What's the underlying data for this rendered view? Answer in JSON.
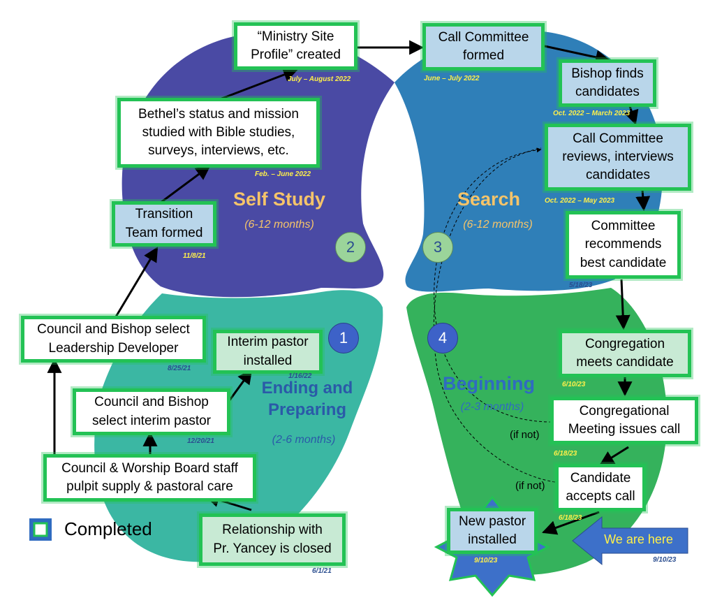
{
  "phases": {
    "self_study": {
      "title": "Self Study",
      "duration": "(6-12 months)",
      "number": "2"
    },
    "search": {
      "title": "Search",
      "duration": "(6-12 months)",
      "number": "3"
    },
    "ending": {
      "title": "Ending and\nPreparing",
      "duration": "(2-6 months)",
      "number": "1"
    },
    "beginning": {
      "title": "Beginning",
      "duration": "(2-3 months)",
      "number": "4"
    }
  },
  "steps": {
    "relationship_closed": {
      "label": "Relationship with\nPr. Yancey is closed",
      "date": "6/1/21"
    },
    "pulpit_supply": {
      "label": "Council & Worship Board staff\npulpit supply & pastoral care"
    },
    "select_interim": {
      "label": "Council and Bishop\nselect interim pastor",
      "date": "12/20/21"
    },
    "interim_installed": {
      "label": "Interim pastor\ninstalled",
      "date": "1/16/22"
    },
    "leadership_developer": {
      "label": "Council and Bishop select\nLeadership Developer",
      "date": "8/25/21"
    },
    "transition_team": {
      "label": "Transition\nTeam formed",
      "date": "11/8/21"
    },
    "status_studied": {
      "label": "Bethel’s status and mission\nstudied with Bible studies,\nsurveys, interviews, etc.",
      "date": "Feb. – June 2022"
    },
    "profile_created": {
      "label": "“Ministry Site\nProfile” created",
      "date": "July – August 2022"
    },
    "call_committee": {
      "label": "Call Committee\nformed",
      "date": "June – July 2022"
    },
    "bishop_finds": {
      "label": "Bishop finds\ncandidates",
      "date": "Oct. 2022 – March 2023"
    },
    "reviews": {
      "label": "Call Committee\nreviews, interviews\ncandidates",
      "date": "Oct. 2022 – May 2023"
    },
    "recommends": {
      "label": "Committee\nrecommends\nbest candidate",
      "date": "5/18/23"
    },
    "meets_candidate": {
      "label": "Congregation\nmeets candidate",
      "date": "6/10/23"
    },
    "issues_call": {
      "label": "Congregational\nMeeting issues call",
      "date": "6/18/23"
    },
    "accepts_call": {
      "label": "Candidate\naccepts call",
      "date": "6/18/23"
    },
    "installed": {
      "label": "New pastor\ninstalled",
      "date": "9/10/23"
    }
  },
  "if_not_1": "(if not)",
  "if_not_2": "(if not)",
  "we_are_here": {
    "label": "We are here",
    "date": "9/10/23"
  },
  "legend": {
    "label": "Completed"
  },
  "colors": {
    "self_study": "#4a4aa4",
    "search": "#2f7fb8",
    "ending": "#3bb7a3",
    "beginning": "#35b25c",
    "completed_border": "#23c255",
    "star": "#3d70c9",
    "arrow": "#3d70c9",
    "date_yellow": "#fff04a"
  }
}
